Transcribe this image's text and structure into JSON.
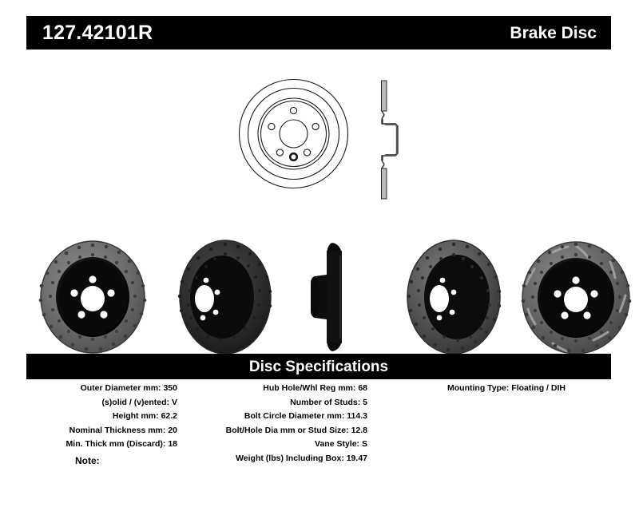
{
  "header": {
    "part_number": "127.42101R",
    "title": "Brake Disc"
  },
  "drawings": {
    "face_view": "rotor-face-line-drawing",
    "profile_view": "rotor-cross-section-line-drawing"
  },
  "photos": [
    {
      "name": "rotor-photo-front-drilled",
      "alt": "drilled rotor front face"
    },
    {
      "name": "rotor-photo-angled-left",
      "alt": "drilled rotor angled view"
    },
    {
      "name": "rotor-photo-edge-on",
      "alt": "rotor edge profile"
    },
    {
      "name": "rotor-photo-angled-right",
      "alt": "drilled rotor angled view"
    },
    {
      "name": "rotor-photo-drilled-slotted",
      "alt": "drilled and slotted rotor face"
    }
  ],
  "specifications": {
    "banner_title": "Disc Specifications",
    "left_column": [
      {
        "label": "Outer Diameter mm:",
        "value": "350"
      },
      {
        "label": "(s)olid / (v)ented:",
        "value": "V"
      },
      {
        "label": "Height mm:",
        "value": "62.2"
      },
      {
        "label": "Nominal Thickness mm:",
        "value": "20"
      },
      {
        "label": "Min. Thick mm (Discard):",
        "value": "18"
      }
    ],
    "middle_column": [
      {
        "label": "Hub Hole/Whl Reg mm:",
        "value": "68"
      },
      {
        "label": "Number of Studs:",
        "value": "5"
      },
      {
        "label": "Bolt Circle Diameter mm:",
        "value": "114.3"
      },
      {
        "label": "Bolt/Hole Dia mm or Stud Size:",
        "value": "12.8"
      },
      {
        "label": "Vane Style:",
        "value": "S"
      },
      {
        "label": "Weight (lbs) Including Box:",
        "value": "19.47"
      }
    ],
    "right_column": [
      {
        "label": "Mounting Type:",
        "value": "Floating / DIH"
      }
    ]
  },
  "note": {
    "label": "Note:",
    "value": ""
  },
  "colors": {
    "banner_background": "#000000",
    "banner_text": "#ffffff",
    "page_background": "#ffffff",
    "body_text": "#000000"
  }
}
